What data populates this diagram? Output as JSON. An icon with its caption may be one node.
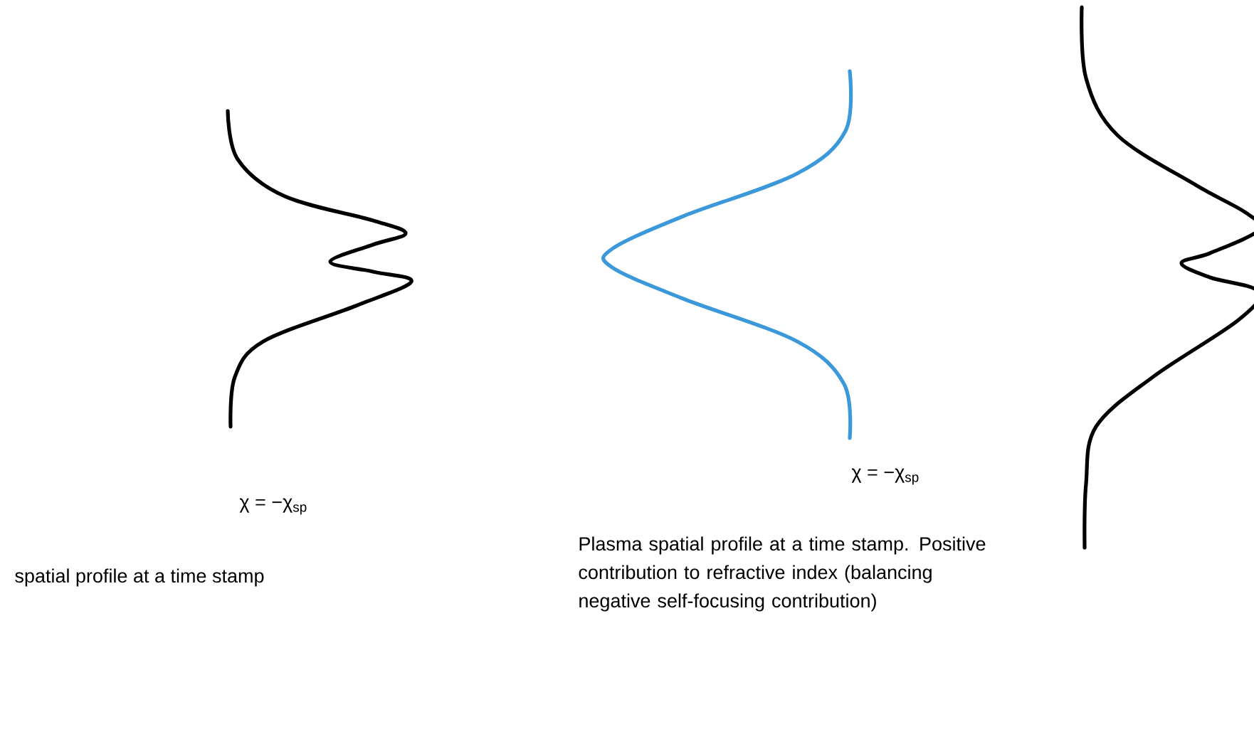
{
  "diagram": {
    "labels": [
      "χ = −χ$_{sp}$",
      "spatial profile at a time stamp",
      "χ = −χ$_{sp}$",
      "Plasma spatial profile at a time stamp. Positive contribution to refractive index (balancing negative self-focusing contribution)"
    ]
  }
}
